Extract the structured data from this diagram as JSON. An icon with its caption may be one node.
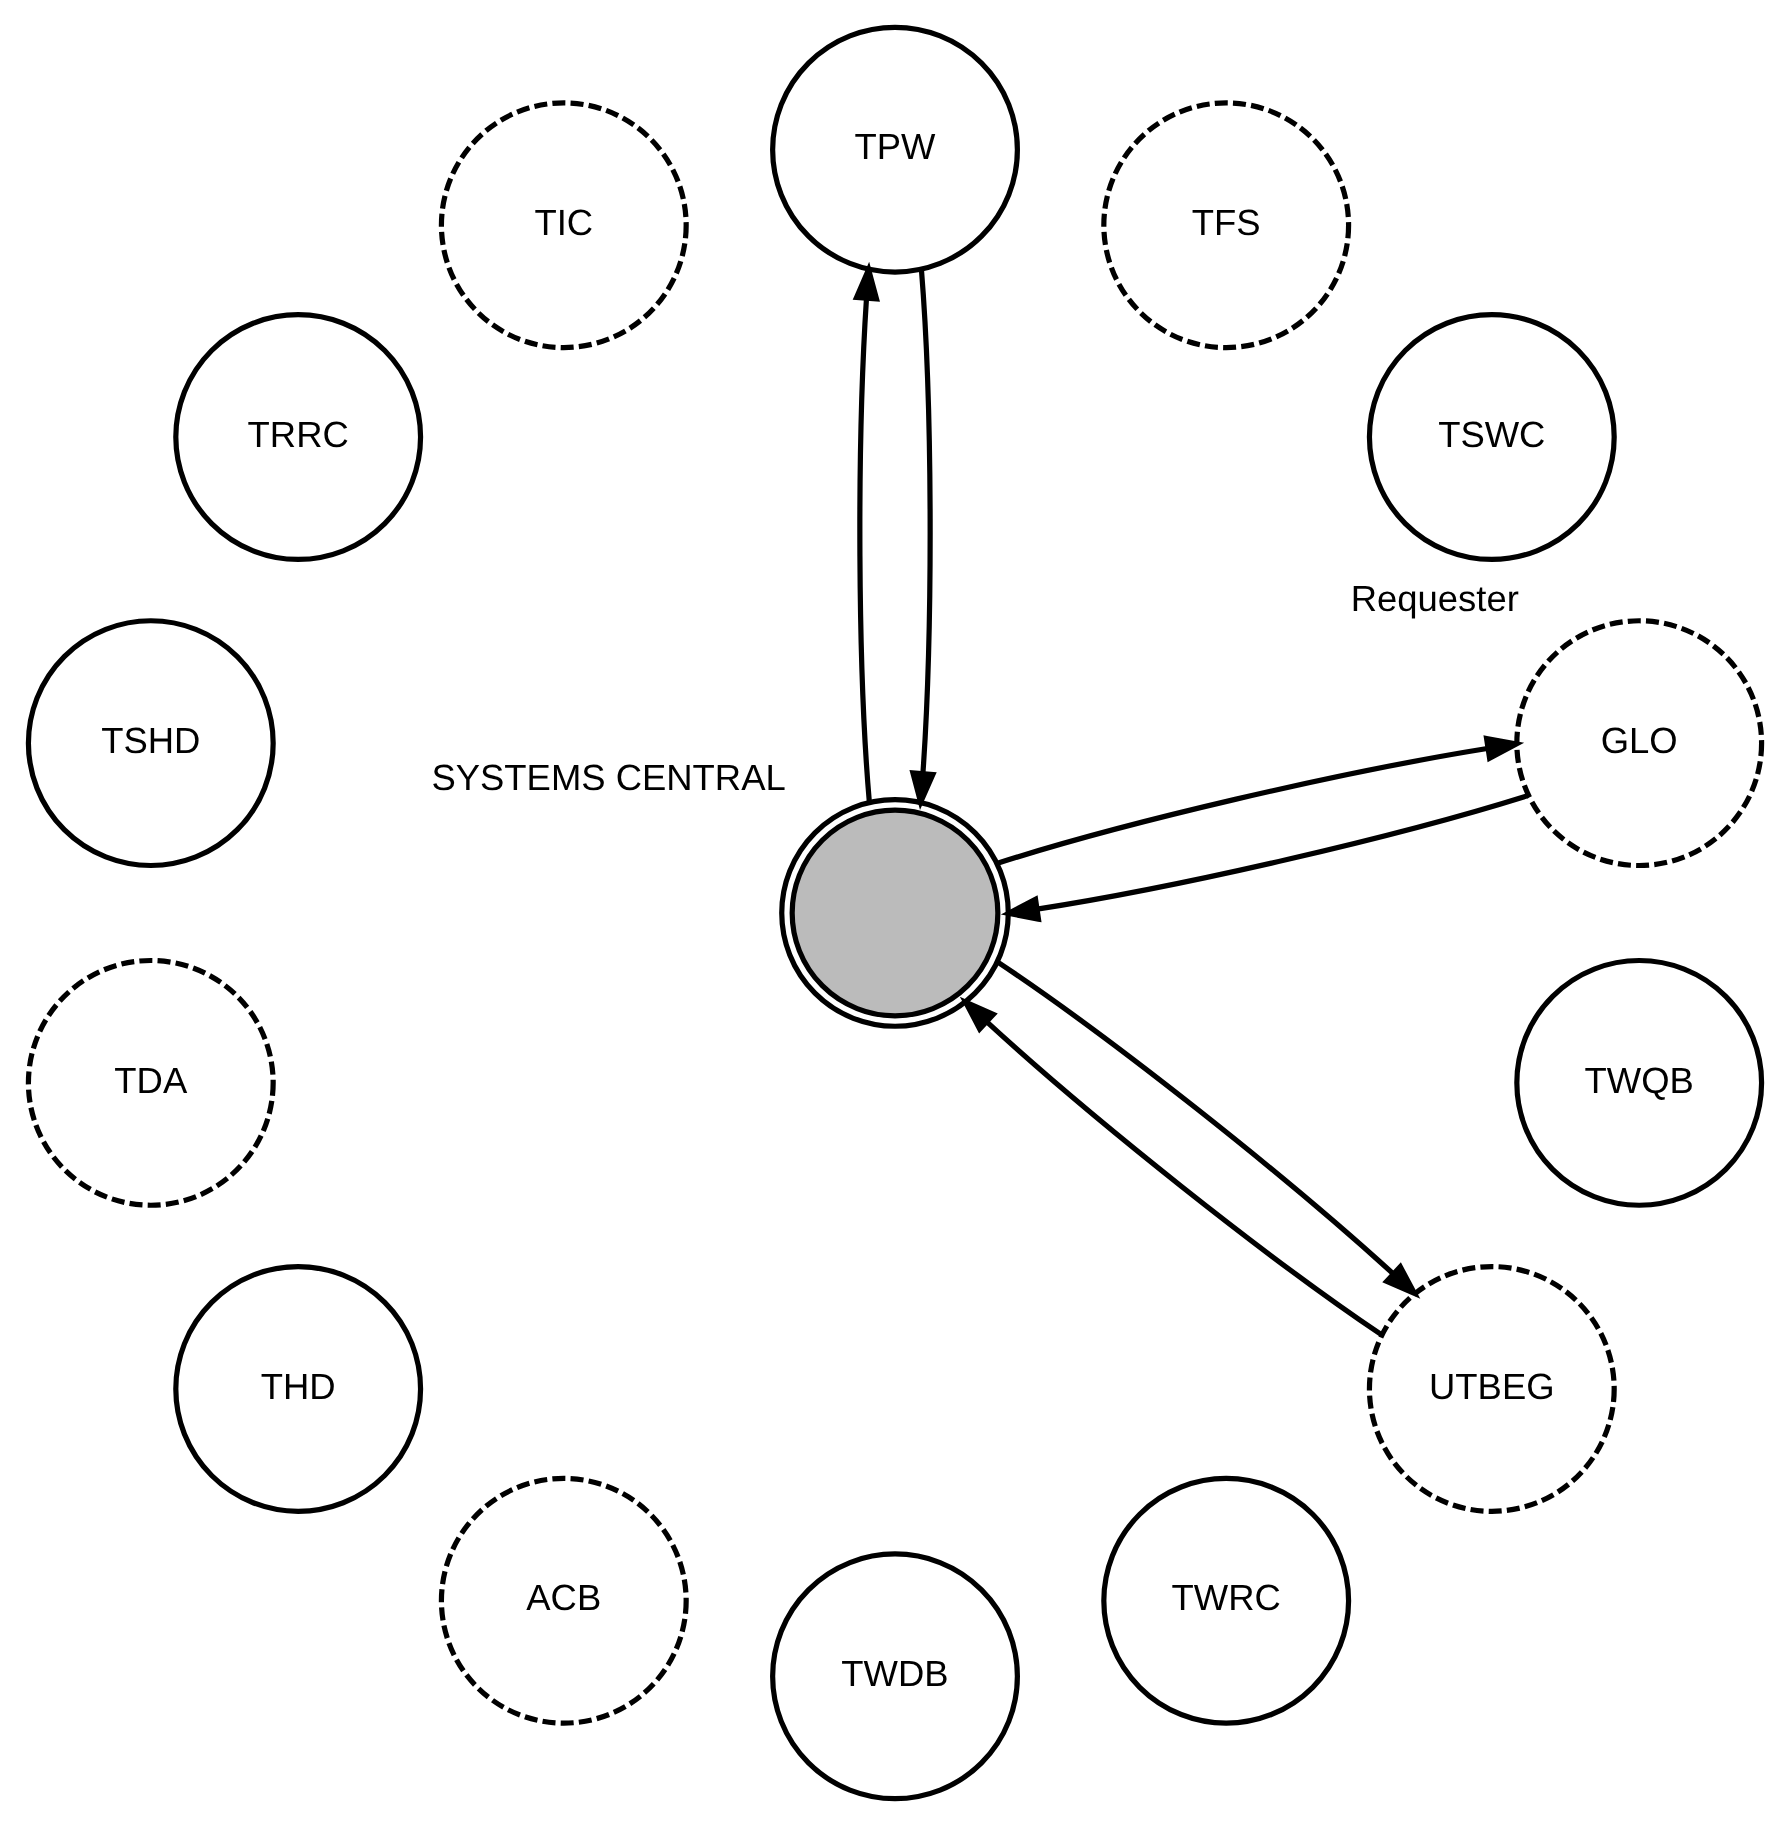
{
  "diagram": {
    "nodes": [
      {
        "text": [
          "GLO"
        ],
        "beside": [
          "Requester"
        ]
      },
      {
        "text": [
          "TSWC"
        ]
      },
      {
        "text": [
          "TFS"
        ]
      },
      {
        "text": [
          "TPW"
        ]
      },
      {
        "text": [
          "TIC"
        ]
      },
      {
        "text": [
          "TRRC"
        ]
      },
      {
        "text": [
          "TSHD"
        ]
      },
      {
        "text": [
          "TDA"
        ]
      },
      {
        "text": [
          "THD"
        ]
      },
      {
        "text": [
          "ACB"
        ]
      },
      {
        "text": [
          "TWDB"
        ]
      },
      {
        "text": [
          "TWRC"
        ]
      },
      {
        "text": [
          "UTBEG"
        ]
      },
      {
        "text": [
          "TWQB"
        ]
      },
      {
        "text": [
          "SYSTEMS CENTRAL"
        ]
      }
    ],
    "edges": [
      {
        "from": 0,
        "to": 14,
        "arrow": "to"
      },
      {
        "from": 14,
        "to": 0,
        "arrow": "to"
      },
      {
        "from": 14,
        "to": 3,
        "arrow": "to"
      },
      {
        "from": 3,
        "to": 14,
        "arrow": "to"
      },
      {
        "from": 14,
        "to": 12,
        "arrow": "to"
      },
      {
        "from": 12,
        "to": 14,
        "arrow": "to"
      }
    ]
  }
}
